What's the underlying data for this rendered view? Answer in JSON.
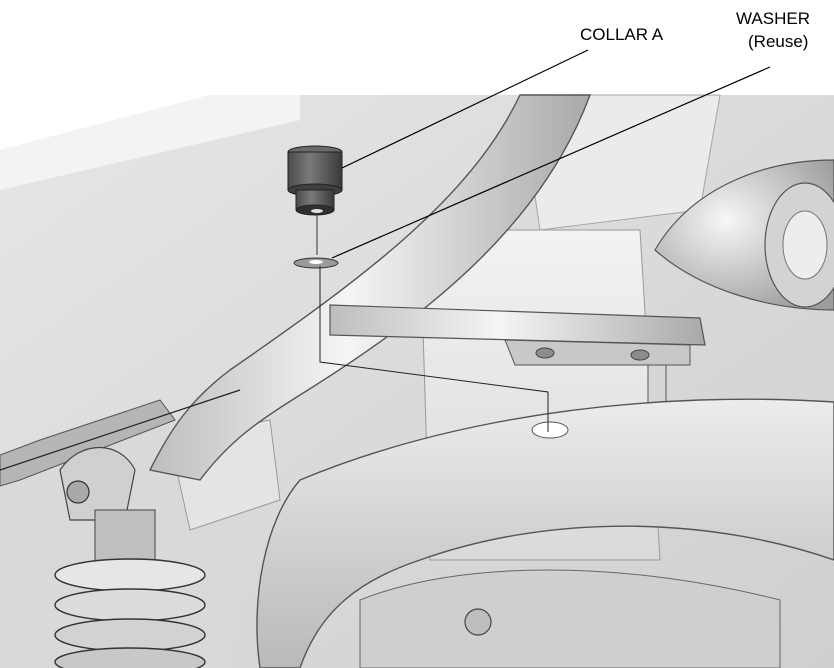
{
  "diagram": {
    "callouts": [
      {
        "id": "collar-a",
        "label": "COLLAR A"
      },
      {
        "id": "washer",
        "label": "WASHER",
        "sublabel": "(Reuse)"
      }
    ]
  }
}
